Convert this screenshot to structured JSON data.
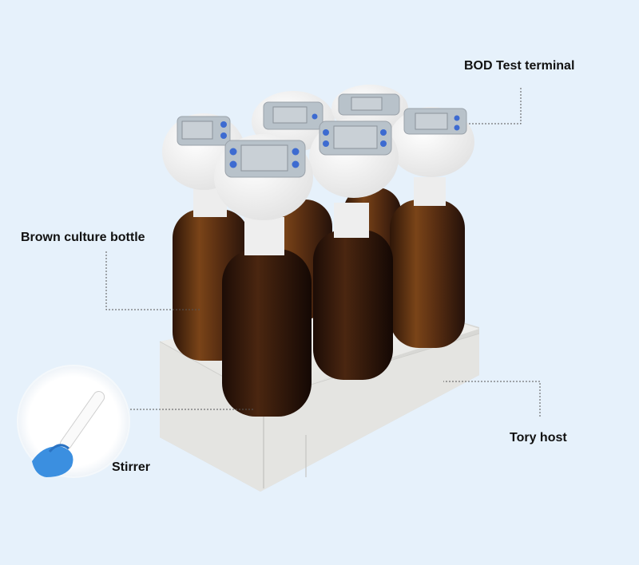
{
  "labels": {
    "terminal": "BOD Test terminal",
    "bottle": "Brown culture bottle",
    "host": "Tory host",
    "stirrer": "Stirrer"
  },
  "colors": {
    "background": "#e6f1fb",
    "tray": "#eeeeec",
    "amber_glass": "#5a2f12",
    "cap_white": "#f7f7f7",
    "screen": "#b8c2ca",
    "button_blue": "#3d6bd1",
    "glove_blue": "#3b8fe0"
  },
  "icons": [
    "bod-test-terminal-icon",
    "amber-bottle-icon",
    "stirrer-bar-icon",
    "gloved-hand-icon"
  ]
}
